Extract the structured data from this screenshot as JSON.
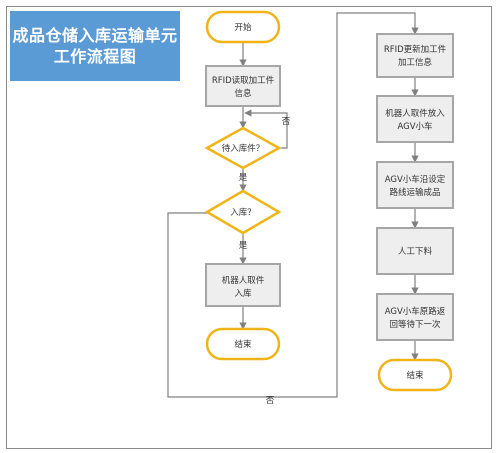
{
  "title": {
    "line1": "成品仓储入库运输单元",
    "line2": "工作流程图"
  },
  "colors": {
    "title_bg": "#5b9bd5",
    "terminal_border": "#f0b419",
    "decision_border": "#f0b419",
    "process_border": "#a6a6a6",
    "process_fill": "#eeeeee",
    "connector": "#808080"
  },
  "nodes": {
    "start": "开始",
    "read_rfid": [
      "RFID读取加工件",
      "信息"
    ],
    "decision_pending": "待入库件？",
    "decision_store": "入库？",
    "robot_store": [
      "机器人取件",
      "入库"
    ],
    "end_left": "结束",
    "rfid_update": [
      "RFID更新加工件",
      "加工信息"
    ],
    "robot_to_agv": [
      "机器人取件放入",
      "AGV小车"
    ],
    "agv_transport": [
      "AGV小车沿设定",
      "路线运输成品"
    ],
    "manual_unload": "人工下料",
    "agv_return": [
      "AGV小车原路返",
      "回等待下一次"
    ],
    "end_right": "结束"
  },
  "edge_labels": {
    "no_pending": "否",
    "yes_pending": "是",
    "yes_store": "是",
    "no_store": "否"
  }
}
